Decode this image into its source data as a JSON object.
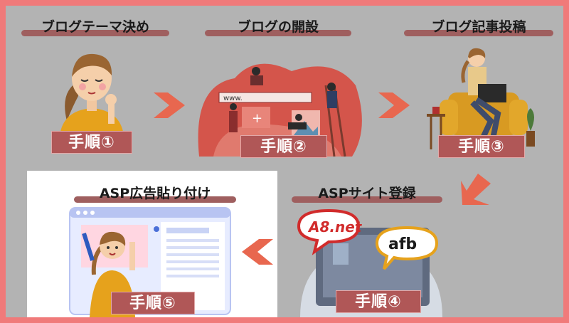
{
  "steps": [
    {
      "title": "ブログテーマ決め",
      "badge": "手順①"
    },
    {
      "title": "ブログの開設",
      "badge": "手順②"
    },
    {
      "title": "ブログ記事投稿",
      "badge": "手順③"
    },
    {
      "title": "ASPサイト登録",
      "badge": "手順④"
    },
    {
      "title": "ASP広告貼り付け",
      "badge": "手順⑤"
    }
  ],
  "logos": {
    "a8": "A8.net",
    "afb": "afb"
  },
  "browser_url": "www."
}
